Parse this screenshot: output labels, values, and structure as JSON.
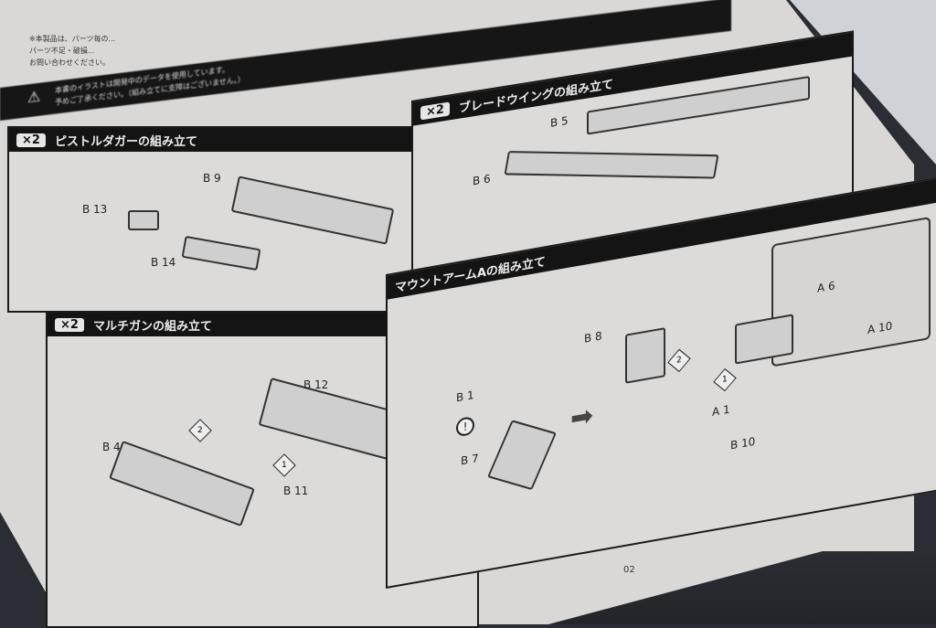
{
  "top_note": [
    "※本製品は、パーツ毎の...",
    "パーツ不足・破損...",
    "お問い合わせください。"
  ],
  "warning": {
    "icon": "warning-triangle-icon",
    "line1": "本書のイラストは開発中のデータを使用しています。",
    "line2": "予めご了承ください。（組み立てに支障はございません。）"
  },
  "panels": [
    {
      "qty": "×2",
      "title": "ピストルダガーの組み立て",
      "parts": [
        "B 9",
        "B 13",
        "B 14"
      ]
    },
    {
      "qty": "×2",
      "title": "ブレードウイングの組み立て",
      "parts": [
        "B 5",
        "B 6"
      ]
    },
    {
      "qty": "×2",
      "title": "マルチガンの組み立て",
      "parts": [
        "B 12",
        "B 4",
        "B 11"
      ],
      "steps": [
        "2",
        "1"
      ]
    },
    {
      "title": "マウントアームAの組み立て",
      "parts": [
        "B 1",
        "B 7",
        "B 8",
        "A 1",
        "B 10",
        "A 6",
        "A 10"
      ],
      "steps": [
        "2",
        "1"
      ],
      "notice": "!"
    }
  ],
  "page_number": "02"
}
